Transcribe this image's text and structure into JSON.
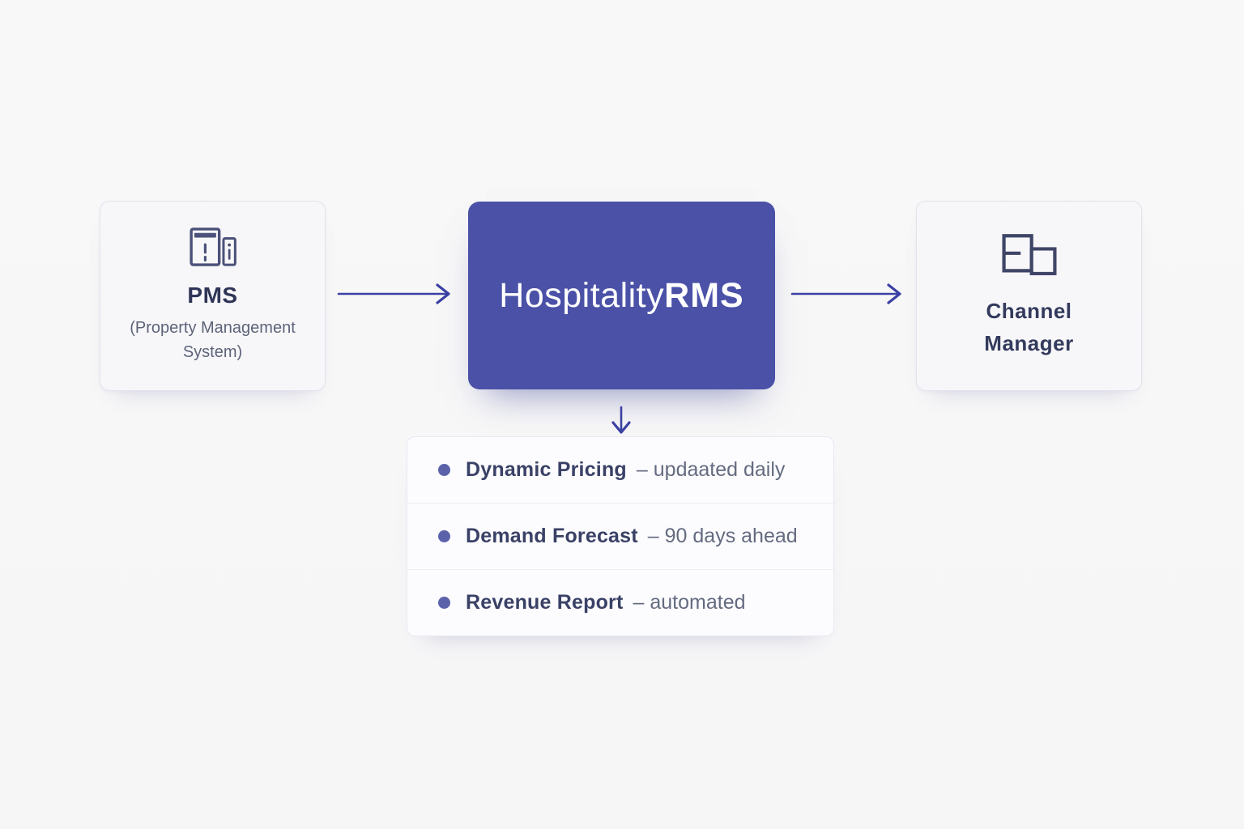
{
  "nodes": {
    "pms": {
      "title": "PMS",
      "subtitle": "(Property Management System)",
      "icon": "buildings-icon"
    },
    "rms": {
      "title_light": "Hospitality",
      "title_bold": "RMS"
    },
    "channel_manager": {
      "title": "Channel Manager",
      "icon": "overlapping-windows-icon"
    }
  },
  "features": [
    {
      "label": "Dynamic Pricing",
      "detail": "– updaated daily"
    },
    {
      "label": "Demand Forecast",
      "detail": "– 90 days ahead"
    },
    {
      "label": "Revenue Report",
      "detail": "– automated"
    }
  ],
  "colors": {
    "accent_card": "#4a51a7",
    "arrow": "#3b41a3",
    "bullet": "#5b62aa",
    "title_text": "#2f3556",
    "secondary_text": "#5d6378",
    "feature_label": "#3a4166",
    "feature_detail": "#646b80",
    "card_background": "#f7f7fa",
    "panel_background": "#fcfcfe",
    "page_background": "#f7f7f7"
  }
}
